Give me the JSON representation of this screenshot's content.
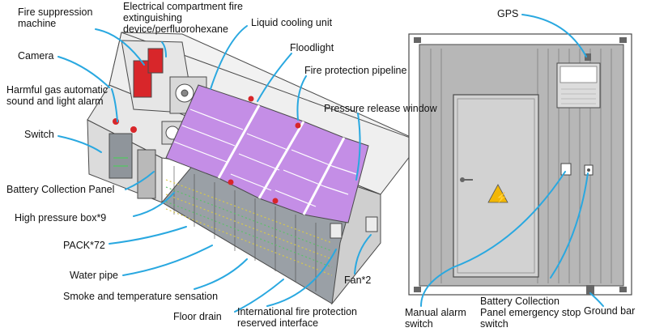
{
  "labels": {
    "fire_suppression_machine": "Fire suppression machine",
    "electrical_compartment": "Electrical compartment fire extinguishing device/perfluorohexane",
    "liquid_cooling_unit": "Liquid cooling unit",
    "floodlight": "Floodlight",
    "camera": "Camera",
    "fire_protection_pipeline": "Fire protection pipeline",
    "harmful_gas_alarm": "Harmful gas automatic sound and light alarm",
    "pressure_release_window": "Pressure release window",
    "switch": "Switch",
    "battery_collection_panel": "Battery Collection Panel",
    "high_pressure_box": "High pressure box*9",
    "pack": "PACK*72",
    "water_pipe": "Water pipe",
    "smoke_temperature": "Smoke and temperature sensation",
    "floor_drain": "Floor drain",
    "international_fire_interface": "International fire protection reserved interface",
    "fan": "Fan*2",
    "gps": "GPS",
    "manual_alarm_switch": "Manual alarm switch",
    "bcp_emergency_stop": "Battery Collection Panel emergency stop switch",
    "ground_bar": "Ground bar"
  },
  "colors": {
    "leader_line": "#29a8e0",
    "battery_pack": "#c48ee6",
    "outline": "#4a4a4a",
    "fire_unit": "#d8262a",
    "door": "#d2d2d2",
    "wall": "#b7b7b7",
    "warning": "#f2b705"
  }
}
